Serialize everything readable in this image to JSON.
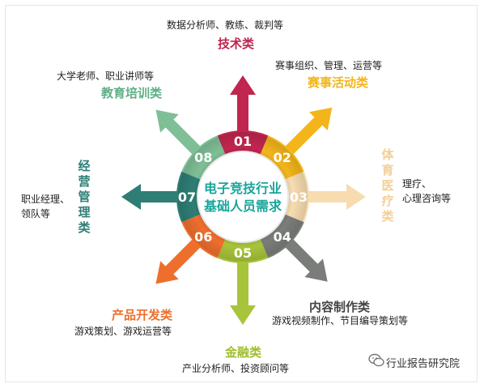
{
  "center": {
    "line1": "电子竞技行业",
    "line2": "基础人员需求",
    "color": "#1aa59a"
  },
  "segments": [
    {
      "num": "01",
      "title": "技术类",
      "desc": [
        "数据分析师、教练、裁判等"
      ],
      "color": "#c0264f"
    },
    {
      "num": "02",
      "title": "赛事活动类",
      "desc": [
        "赛事组织、管理、运营等"
      ],
      "color": "#f3b51a"
    },
    {
      "num": "03",
      "title": "体育医疗类",
      "desc": [
        "理疗、",
        "心理咨询等"
      ],
      "color": "#f7dcb0"
    },
    {
      "num": "04",
      "title": "内容制作类",
      "desc": [
        "游戏视频制作、节目编导策划等"
      ],
      "color": "#7a7d7a"
    },
    {
      "num": "05",
      "title": "金融类",
      "desc": [
        "产业分析师、投资顾问等"
      ],
      "color": "#a8c43a"
    },
    {
      "num": "06",
      "title": "产品开发类",
      "desc": [
        "游戏策划、游戏运营等"
      ],
      "color": "#ee6f2d"
    },
    {
      "num": "07",
      "title": "经营管理类",
      "desc": [
        "职业经理、",
        "领队等"
      ],
      "color": "#2e7e75"
    },
    {
      "num": "08",
      "title": "教育培训类",
      "desc": [
        "大学老师、职业讲师等"
      ],
      "color": "#7fbf97"
    }
  ],
  "watermark": {
    "text": "行业报告研究院",
    "icon": "wechat-icon"
  }
}
